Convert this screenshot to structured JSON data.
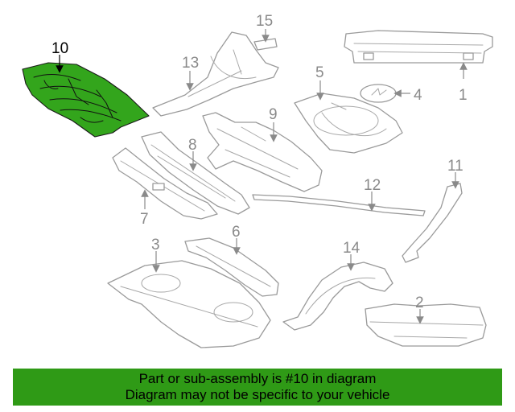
{
  "diagram": {
    "highlighted_callout": "10",
    "colors": {
      "highlight_fill": "#33a51c",
      "banner_bg": "#2f9a16",
      "line_art": "#9a9a9a"
    },
    "callouts": [
      {
        "id": "1",
        "label": "1"
      },
      {
        "id": "2",
        "label": "2"
      },
      {
        "id": "3",
        "label": "3"
      },
      {
        "id": "4",
        "label": "4"
      },
      {
        "id": "5",
        "label": "5"
      },
      {
        "id": "6",
        "label": "6"
      },
      {
        "id": "7",
        "label": "7"
      },
      {
        "id": "8",
        "label": "8"
      },
      {
        "id": "9",
        "label": "9"
      },
      {
        "id": "10",
        "label": "10"
      },
      {
        "id": "11",
        "label": "11"
      },
      {
        "id": "12",
        "label": "12"
      },
      {
        "id": "13",
        "label": "13"
      },
      {
        "id": "14",
        "label": "14"
      },
      {
        "id": "15",
        "label": "15"
      }
    ]
  },
  "banner": {
    "line1": "Part or sub-assembly is #10 in diagram",
    "line2": "Diagram may not be specific to your vehicle"
  }
}
